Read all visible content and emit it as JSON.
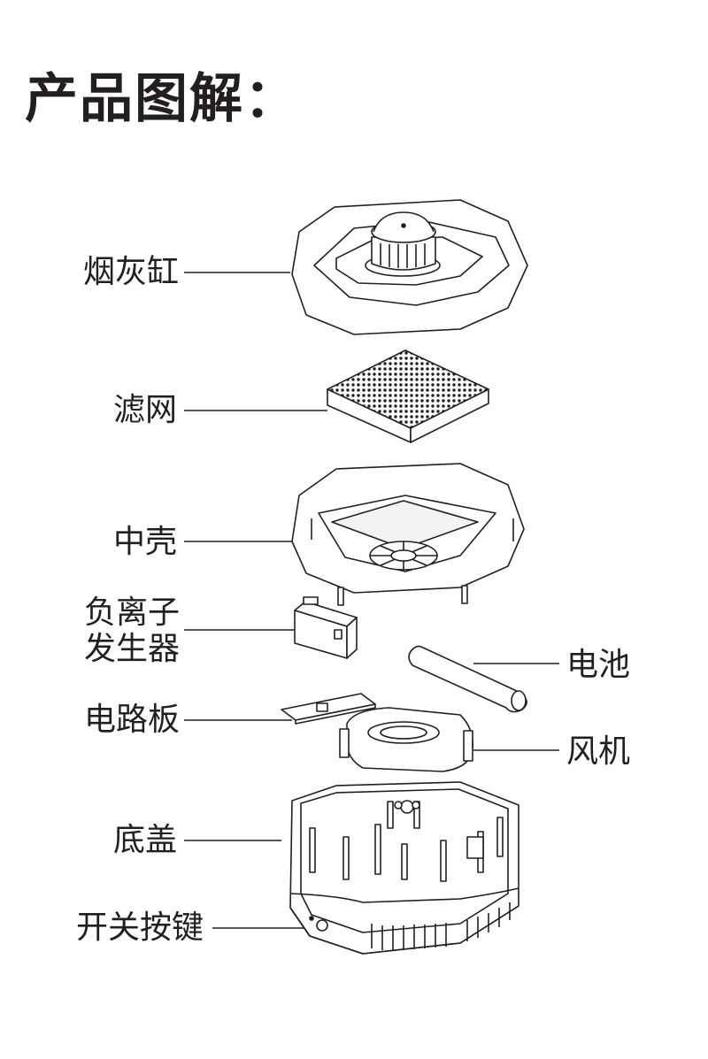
{
  "title": "产品图解：",
  "parts": [
    {
      "id": "ashtray",
      "label": "烟灰缸"
    },
    {
      "id": "filter",
      "label": "滤网"
    },
    {
      "id": "middle_shell",
      "label": "中壳"
    },
    {
      "id": "ion_generator",
      "label": "负离子\n发生器"
    },
    {
      "id": "circuit_board",
      "label": "电路板"
    },
    {
      "id": "base_cover",
      "label": "底盖"
    },
    {
      "id": "switch",
      "label": "开关按键"
    },
    {
      "id": "battery",
      "label": "电池"
    },
    {
      "id": "fan",
      "label": "风机"
    }
  ]
}
